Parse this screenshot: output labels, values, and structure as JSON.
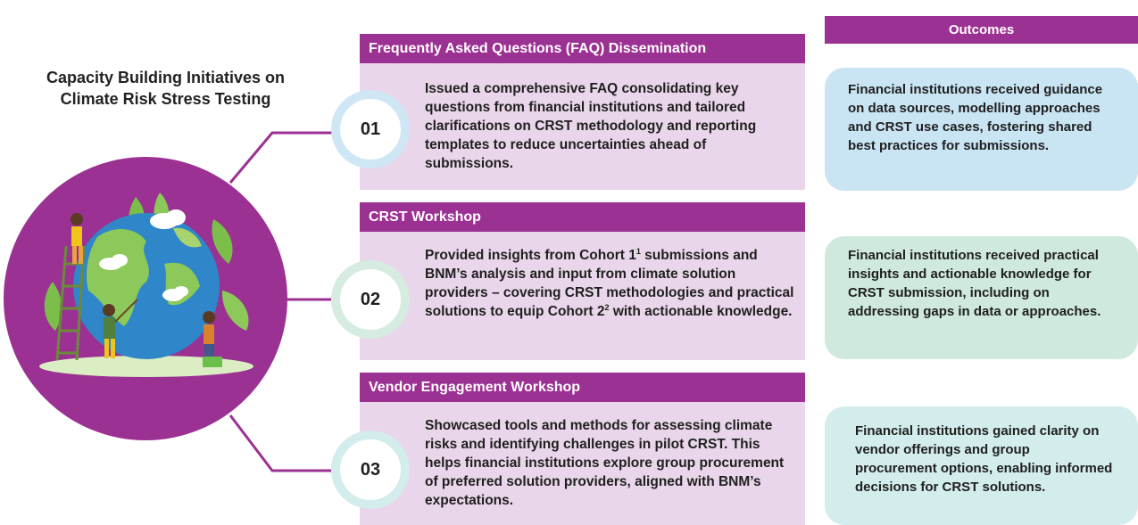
{
  "title": "Capacity Building Initiatives on Climate Risk Stress Testing",
  "outcomes_header": "Outcomes",
  "colors": {
    "purple": "#9b3193",
    "light_purple": "#e9d6ea",
    "blue": "#c9e4f3",
    "green": "#cfe9dc",
    "teal": "#d3ecec"
  },
  "initiatives": [
    {
      "number": "01",
      "heading": "Frequently Asked Questions (FAQ) Dissemination",
      "text": "Issued a comprehensive FAQ consolidating key questions from financial institutions and tailored clarifications on CRST methodology and reporting templates to reduce uncertainties ahead of submissions.",
      "outcome": "Financial institutions received guidance on data sources, modelling approaches and CRST use cases, fostering shared best practices for submissions."
    },
    {
      "number": "02",
      "heading": "CRST Workshop",
      "text_parts": [
        "Provided insights from Cohort 1",
        "1",
        " submissions and BNM’s analysis and input from climate solution providers – covering CRST methodologies and practical solutions to equip Cohort 2",
        "2",
        " with actionable knowledge."
      ],
      "outcome": "Financial institutions received practical insights and actionable knowledge for CRST submission, including on addressing gaps in data or approaches."
    },
    {
      "number": "03",
      "heading": "Vendor Engagement Workshop",
      "text": "Showcased tools and methods for assessing climate risks and identifying challenges in pilot CRST. This helps financial institutions explore group procurement of preferred solution providers, aligned with BNM’s expectations.",
      "outcome": "Financial institutions gained clarity on vendor offerings and group procurement options, enabling informed decisions for CRST solutions."
    }
  ]
}
